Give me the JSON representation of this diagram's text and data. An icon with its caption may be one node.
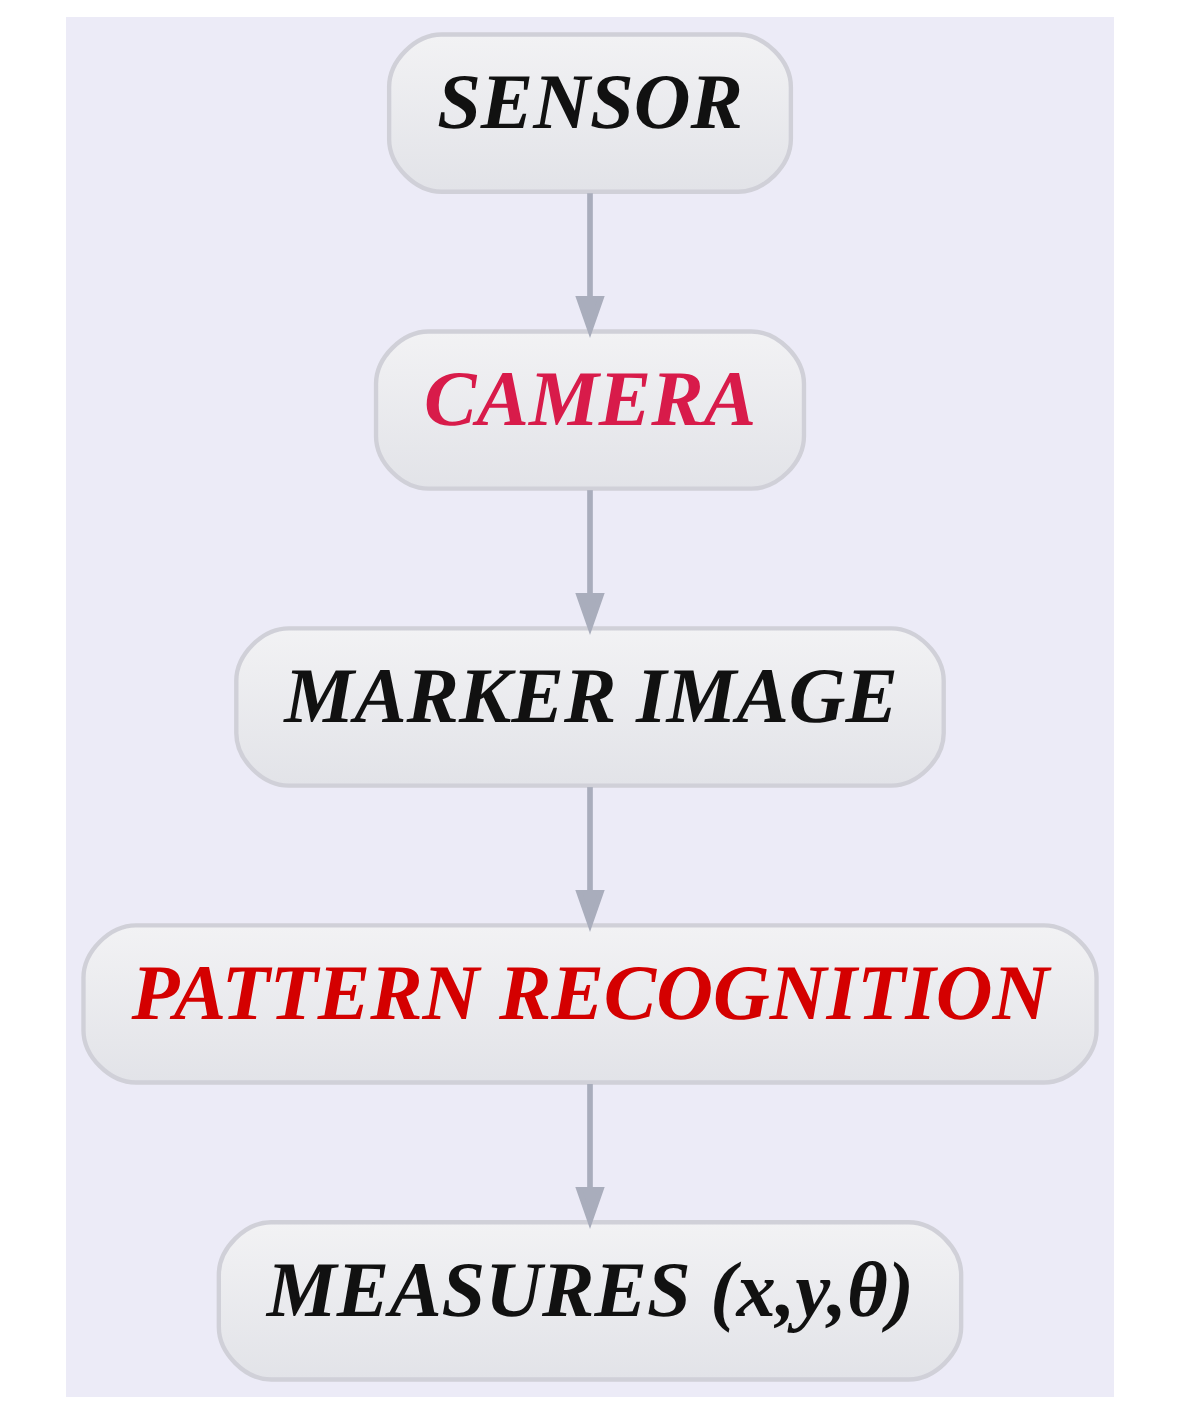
{
  "diagram": {
    "nodes": [
      {
        "text": [
          "SENSOR"
        ]
      },
      {
        "text": [
          "CAMERA"
        ]
      },
      {
        "text": [
          "MARKER IMAGE"
        ]
      },
      {
        "text": [
          "PATTERN RECOGNITION"
        ]
      },
      {
        "text": [
          "MEASURES (x,y,θ)"
        ]
      }
    ],
    "edges": [
      {
        "from": 0,
        "to": 1,
        "arrow": "to"
      },
      {
        "from": 1,
        "to": 2,
        "arrow": "to"
      },
      {
        "from": 2,
        "to": 3,
        "arrow": "to"
      },
      {
        "from": 3,
        "to": 4,
        "arrow": "to"
      }
    ]
  }
}
